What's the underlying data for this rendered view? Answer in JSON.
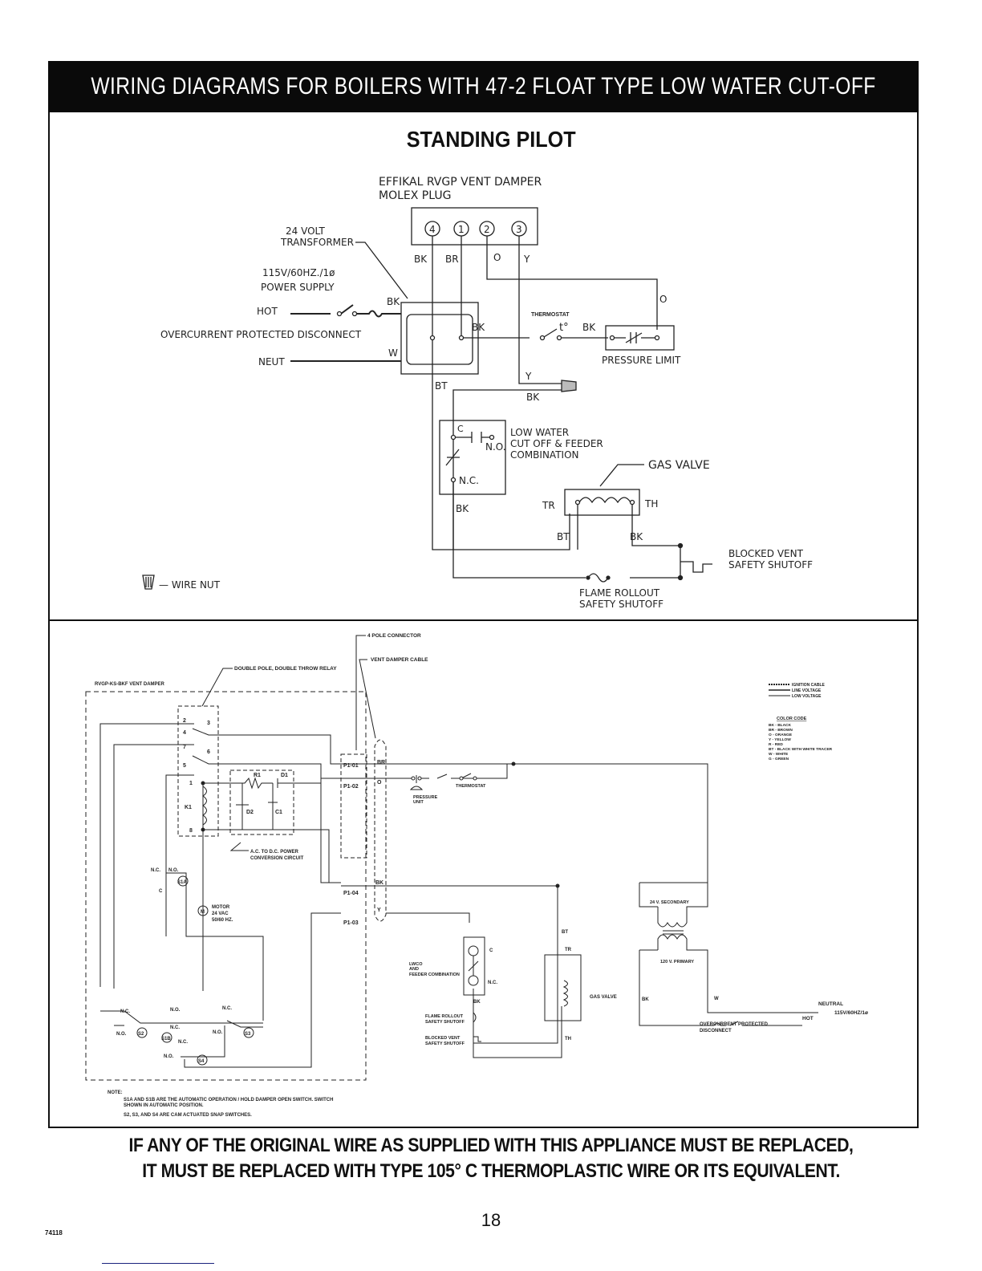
{
  "header": {
    "title": "WIRING DIAGRAMS FOR BOILERS WITH 47-2 FLOAT TYPE LOW WATER CUT-OFF"
  },
  "standing_pilot": {
    "title": "STANDING PILOT",
    "molex_label_1": "EFFIKAL RVGP VENT DAMPER",
    "molex_label_2": "MOLEX PLUG",
    "pins": [
      "4",
      "1",
      "2",
      "3"
    ],
    "pin_wire_colors": [
      "BK",
      "BR",
      "O",
      "Y"
    ],
    "transformer_1": "24 VOLT",
    "transformer_2": "TRANSFORMER",
    "power_1": "115V/60HZ./1ø",
    "power_2": "POWER SUPPLY",
    "hot": "HOT",
    "neut": "NEUT",
    "disconnect": "OVERCURRENT PROTECTED DISCONNECT",
    "bk": "BK",
    "w": "W",
    "o": "O",
    "y": "Y",
    "bt": "BT",
    "thermostat": "THERMOSTAT",
    "thermostat_symbol": "t°",
    "pressure_limit": "PRESSURE LIMIT",
    "lwco_1": "LOW WATER",
    "lwco_2": "CUT OFF & FEEDER",
    "lwco_3": "COMBINATION",
    "c": "C",
    "no": "N.O.",
    "nc": "N.C.",
    "gas_valve": "GAS VALVE",
    "tr": "TR",
    "th": "TH",
    "blocked_1": "BLOCKED VENT",
    "blocked_2": "SAFETY SHUTOFF",
    "rollout_1": "FLAME ROLLOUT",
    "rollout_2": "SAFETY SHUTOFF",
    "wire_nut": "— WIRE NUT"
  },
  "ladder": {
    "four_pole": "4 POLE CONNECTOR",
    "vent_cable": "VENT DAMPER CABLE",
    "relay": "DOUBLE POLE, DOUBLE THROW RELAY",
    "damper": "RVGP-KS-BKF VENT DAMPER",
    "relay_pins": [
      "2",
      "3",
      "4",
      "7",
      "6",
      "5",
      "1",
      "8"
    ],
    "k1": "K1",
    "r1": "R1",
    "d1": "D1",
    "d2": "D2",
    "c1": "C1",
    "acdc_1": "A.C. TO D.C. POWER",
    "acdc_2": "CONVERSION CIRCUIT",
    "connectors": [
      "P1-01",
      "P1-02",
      "P1-04",
      "P1-03"
    ],
    "cable_colors": [
      "BR",
      "O",
      "BK",
      "Y"
    ],
    "pressure_unit_1": "PRESSURE",
    "pressure_unit_2": "UNIT",
    "thermostat": "THERMOSTAT",
    "motor_1": "MOTOR",
    "motor_2": "24 VAC",
    "motor_3": "50/60 HZ.",
    "motor_symbol": "M",
    "switches": [
      "S1A",
      "S2",
      "S1B",
      "S3",
      "S4"
    ],
    "no": "N.O.",
    "nc": "N.C.",
    "c": "C",
    "lwco_1": "LWCO",
    "lwco_2": "AND",
    "lwco_3": "FEEDER COMBINATION",
    "bt": "BT",
    "tr": "TR",
    "th": "TH",
    "bk": "BK",
    "w": "W",
    "gas_valve": "GAS VALVE",
    "rollout_1": "FLAME ROLLOUT",
    "rollout_2": "SAFETY SHUTOFF",
    "blocked_1": "BLOCKED VENT",
    "blocked_2": "SAFETY SHUTOFF",
    "secondary": "24 V. SECONDARY",
    "primary": "120 V. PRIMARY",
    "neutral": "NEUTRAL",
    "hot": "HOT",
    "power": "115V/60HZ/1ø",
    "disconnect_1": "OVERCURRENT PROTECTED",
    "disconnect_2": "DISCONNECT",
    "legend": [
      "IGNITION CABLE",
      "LINE VOLTAGE",
      "LOW VOLTAGE"
    ],
    "color_code_title": "COLOR CODE",
    "color_code": [
      "BK - BLACK",
      "BR - BROWN",
      "O - ORANGE",
      "Y - YELLOW",
      "R - RED",
      "BT - BLACK WITH WHITE TRACER",
      "W - WHITE",
      "G - GREEN"
    ],
    "note_title": "NOTE:",
    "note_1": "S1A AND S1B ARE THE AUTOMATIC OPERATION / HOLD DAMPER OPEN SWITCH. SWITCH",
    "note_2": "SHOWN IN AUTOMATIC POSITION.",
    "note_3": "S2, S3, AND S4 ARE CAM ACTUATED SNAP SWITCHES."
  },
  "footer": {
    "warning_1": "IF ANY OF THE ORIGINAL WIRE AS SUPPLIED WITH THIS APPLIANCE MUST BE REPLACED,",
    "warning_2": "IT MUST BE REPLACED WITH TYPE 105° C THERMOPLASTIC WIRE OR ITS EQUIVALENT.",
    "page_number": "18",
    "doc_id": "74118"
  }
}
